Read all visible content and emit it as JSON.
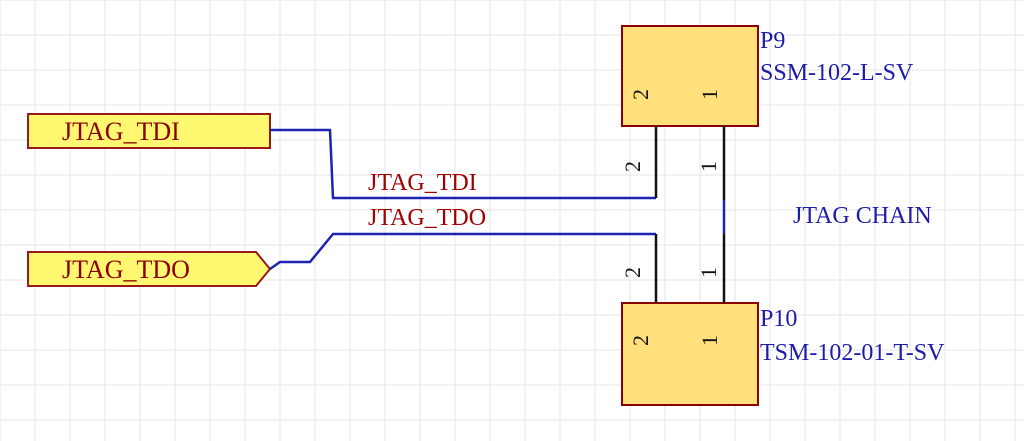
{
  "colors": {
    "grid": "#e6e6e6",
    "wire": "#1f23b4",
    "port_fill": "#fff870",
    "port_border": "#9a1a1a",
    "port_text": "#8b0000",
    "net_label": "#a00000",
    "component_fill": "#ffe07a",
    "component_border": "#8b0000",
    "designator": "#1c1ca8",
    "pin_line": "#111111"
  },
  "ports": [
    {
      "label": "JTAG_TDI"
    },
    {
      "label": "JTAG_TDO"
    }
  ],
  "net_labels": [
    {
      "label": "JTAG_TDI"
    },
    {
      "label": "JTAG_TDO"
    }
  ],
  "components": {
    "p9": {
      "designator": "P9",
      "part": "SSM-102-L-SV",
      "pins": [
        "2",
        "1"
      ]
    },
    "p10": {
      "designator": "P10",
      "part": "TSM-102-01-T-SV",
      "pins": [
        "2",
        "1"
      ]
    }
  },
  "note": "JTAG CHAIN"
}
